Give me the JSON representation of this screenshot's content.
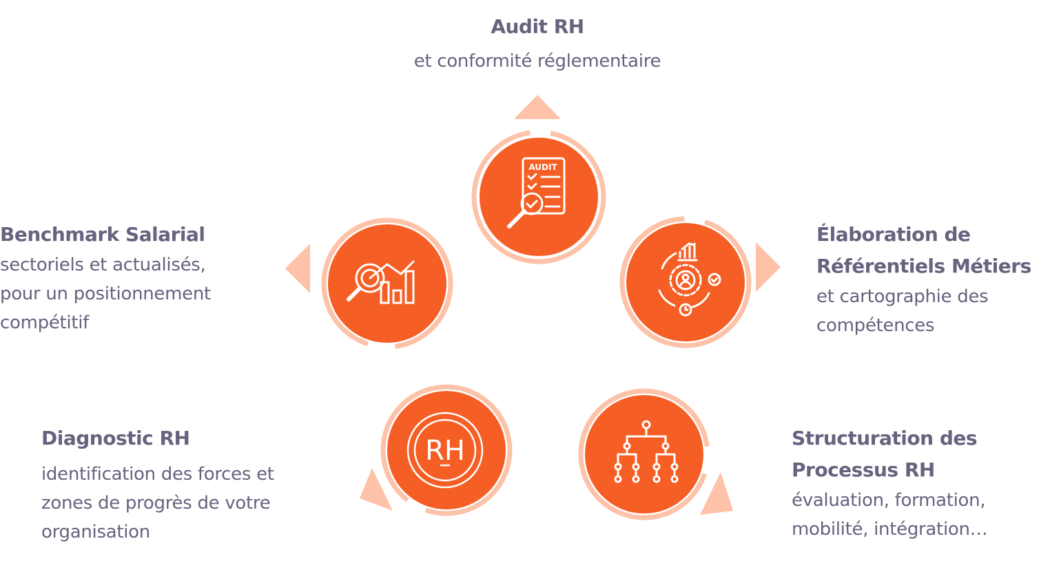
{
  "colors": {
    "accent": "#f55e24",
    "ring": "#fdc2a8",
    "text": "#65637e"
  },
  "items": [
    {
      "title": "Audit RH",
      "lines": [
        "et conformité réglementaire"
      ],
      "icon": "audit-checklist-icon"
    },
    {
      "title": "Benchmark Salarial",
      "lines": [
        "sectoriels et actualisés,",
        "pour un positionnement",
        "compétitif"
      ],
      "icon": "chart-magnifier-icon"
    },
    {
      "title_lines": [
        "Élaboration de",
        "Référentiels Métiers"
      ],
      "lines": [
        "et cartographie des",
        "compétences"
      ],
      "icon": "gear-person-icon"
    },
    {
      "title": "Diagnostic RH",
      "lines": [
        "identification des forces et",
        "zones de progrès de votre",
        "organisation"
      ],
      "icon": "rh-badge-icon",
      "badge": "RH"
    },
    {
      "title_lines": [
        "Structuration des",
        "Processus RH"
      ],
      "lines": [
        "évaluation, formation,",
        "mobilité, intégration…"
      ],
      "icon": "org-chart-icon"
    }
  ]
}
